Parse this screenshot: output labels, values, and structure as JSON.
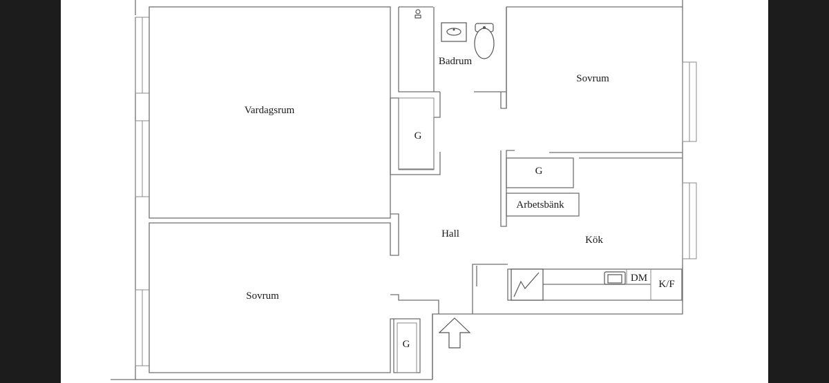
{
  "rooms": {
    "living_room": "Vardagsrum",
    "bathroom": "Badrum",
    "bedroom_top": "Sovrum",
    "bedroom_bottom": "Sovrum",
    "hall": "Hall",
    "kitchen": "Kök",
    "closet_hall": "G",
    "closet_kitchen": "G",
    "closet_bottom": "G",
    "workbench": "Arbetsbänk",
    "dishwasher": "DM",
    "fridge_freezer": "K/F"
  },
  "icons": {
    "entrance": "up-arrow-icon",
    "sink": "sink-icon",
    "toilet": "toilet-icon",
    "stove": "stove-icon"
  },
  "colors": {
    "background": "#1c1c1c",
    "paper": "#ffffff",
    "wall": "#6f6f6f",
    "text": "#1a1a1a"
  }
}
